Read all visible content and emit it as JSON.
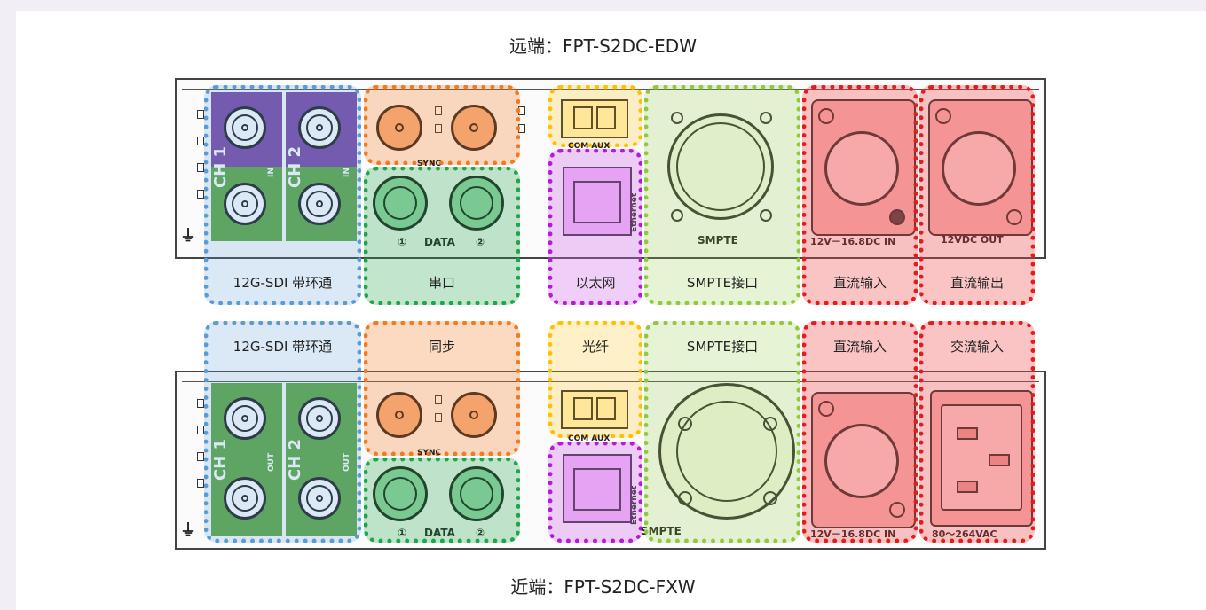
{
  "captions": {
    "top": "远端：FPT-S2DC-EDW",
    "bottom": "近端：FPT-S2DC-FXW"
  },
  "top_labels": {
    "sdi": "12G-SDI 带环通",
    "serial": "串口",
    "ethernet": "以太网",
    "smpte": "SMPTE接口",
    "dc_in": "直流输入",
    "dc_out": "直流输出"
  },
  "bottom_labels": {
    "sdi": "12G-SDI 带环通",
    "sync": "同步",
    "fiber": "光纤",
    "smpte": "SMPTE接口",
    "dc_in": "直流输入",
    "ac_in": "交流输入"
  },
  "panel_text": {
    "ch1": "CH 1",
    "ch2": "CH 2",
    "out": "OUT",
    "in": "IN",
    "sync": "SYNC",
    "data": "DATA",
    "one": "①",
    "two": "②",
    "com_aux": "COM AUX",
    "ethernet": "Ethernet",
    "smpte": "SMPTE",
    "dc_in_rating": "12V－16.8DC IN",
    "dc_out_rating": "12VDC OUT",
    "ac_rating": "80～264VAC"
  },
  "colors": {
    "sdi": "#5b9bd5",
    "sync": "#f07b22",
    "serial": "#1fa54a",
    "fiber": "#ffc000",
    "ethernet": "#b31bd6",
    "smpte": "#92c83e",
    "power": "#e81b1b",
    "bnc_top": "#7b4aa5",
    "bnc_bottom": "#5fa845"
  }
}
